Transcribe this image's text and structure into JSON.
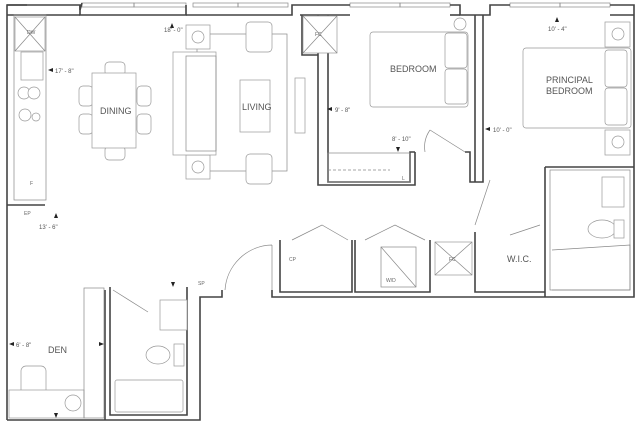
{
  "rooms": {
    "dining": "DINING",
    "living": "LIVING",
    "bedroom": "BEDROOM",
    "principal_line1": "PRINCIPAL",
    "principal_line2": "BEDROOM",
    "den": "DEN",
    "wic": "W.I.C."
  },
  "fixtures": {
    "dw": "DW",
    "fridge": "F",
    "ep": "EP",
    "fc1": "FC",
    "fc2": "FC",
    "linen": "L",
    "cp": "CP",
    "wd": "W/D",
    "sp": "SP"
  },
  "dimensions": {
    "kitchen": "17' - 8\"",
    "living": "18' - 0\"",
    "dining_den": "13' - 6\"",
    "bedroom_w": "9' - 8\"",
    "bedroom_d": "8' - 10\"",
    "principal_d": "10' - 4\"",
    "principal_w": "10' - 0\"",
    "den": "6' - 8\""
  }
}
